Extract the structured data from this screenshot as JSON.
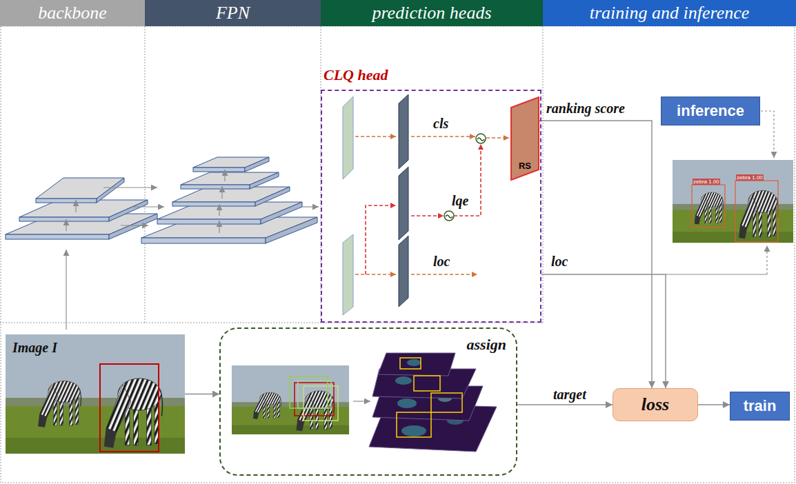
{
  "diagram": {
    "nodes": [
      {
        "text": [
          "backbone"
        ]
      },
      {
        "text": [
          "FPN"
        ]
      },
      {
        "text": [
          "prediction heads"
        ]
      },
      {
        "text": [
          "training and inference"
        ]
      },
      {
        "text": [
          "CLQ head"
        ]
      },
      {
        "text": [
          "RS"
        ],
        "in": 4
      },
      {
        "text": [
          "inference"
        ]
      },
      {
        "text": [
          "Image I"
        ]
      },
      {
        "text": [
          "assign"
        ]
      },
      {
        "text": [
          "loss"
        ]
      },
      {
        "text": [
          "train"
        ]
      }
    ],
    "edges": [
      {
        "from": 5,
        "to": 9,
        "arrow": "to",
        "label": "ranking score"
      },
      {
        "from": 4,
        "to": 9,
        "arrow": "to",
        "label": "loc"
      },
      {
        "from": 7,
        "to": 8,
        "arrow": "to"
      },
      {
        "from": 8,
        "to": 9,
        "arrow": "to",
        "label": "target"
      },
      {
        "from": 9,
        "to": 10,
        "arrow": "to"
      }
    ],
    "labels": [
      "cls",
      "lqe",
      "loc",
      "zebra 1.00",
      "zebra 1.00"
    ]
  }
}
